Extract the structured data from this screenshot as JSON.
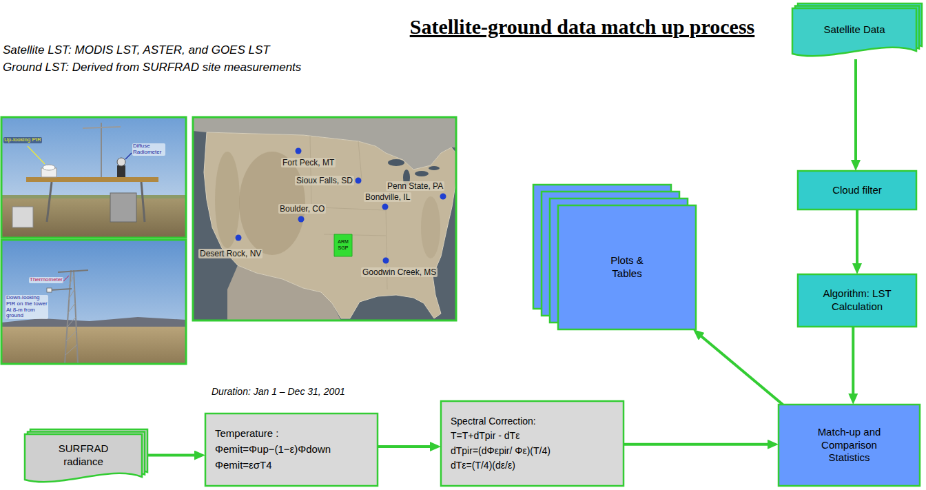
{
  "diagram": {
    "title": "Satellite-ground data match up process",
    "nodes": [
      {
        "text": [
          "Satellite Data"
        ]
      },
      {
        "text": [
          "Cloud filter"
        ]
      },
      {
        "text": [
          "Algorithm: LST Calculation"
        ]
      },
      {
        "text": [
          "Match-up and Comparison Statistics"
        ]
      },
      {
        "text": [
          "Plots & Tables"
        ]
      },
      {
        "text": [
          "SURFRAD radiance"
        ]
      },
      {
        "text": [
          "Temperature :",
          "Φemit=Φup−(1−ε)Φdown",
          "Φemit=εσT4"
        ]
      },
      {
        "text": [
          "Spectral Correction:",
          "T=T+dTpir - dTε",
          "dTpir=(dΦεpir/ Φε)(T/4)",
          "dTε=(T/4)(dε/ε)"
        ]
      },
      {
        "text": [
          "ARM SGP"
        ]
      }
    ],
    "edges": [
      {
        "from": 0,
        "to": 1,
        "arrow": "to"
      },
      {
        "from": 1,
        "to": 2,
        "arrow": "to"
      },
      {
        "from": 2,
        "to": 3,
        "arrow": "to"
      },
      {
        "from": 3,
        "to": 4,
        "arrow": "to"
      },
      {
        "from": 5,
        "to": 6,
        "arrow": "to"
      },
      {
        "from": 6,
        "to": 7,
        "arrow": "to"
      },
      {
        "from": 7,
        "to": 3,
        "arrow": "to"
      }
    ],
    "labels": [
      "Satellite LST: MODIS LST, ASTER, and GOES LST",
      "Ground LST: Derived from SURFRAD site measurements",
      "Up-looking PIR",
      "Diffuse Radiometer",
      "Thermometer",
      "Down-looking PIR on the tower At 8-m from ground",
      "Fort Peck, MT",
      "Sioux Falls, SD",
      "Boulder, CO",
      "Bondville, IL",
      "Penn State, PA",
      "Desert Rock, NV",
      "Goodwin Creek, MS",
      "Duration: Jan 1 – Dec 31, 2001"
    ]
  }
}
